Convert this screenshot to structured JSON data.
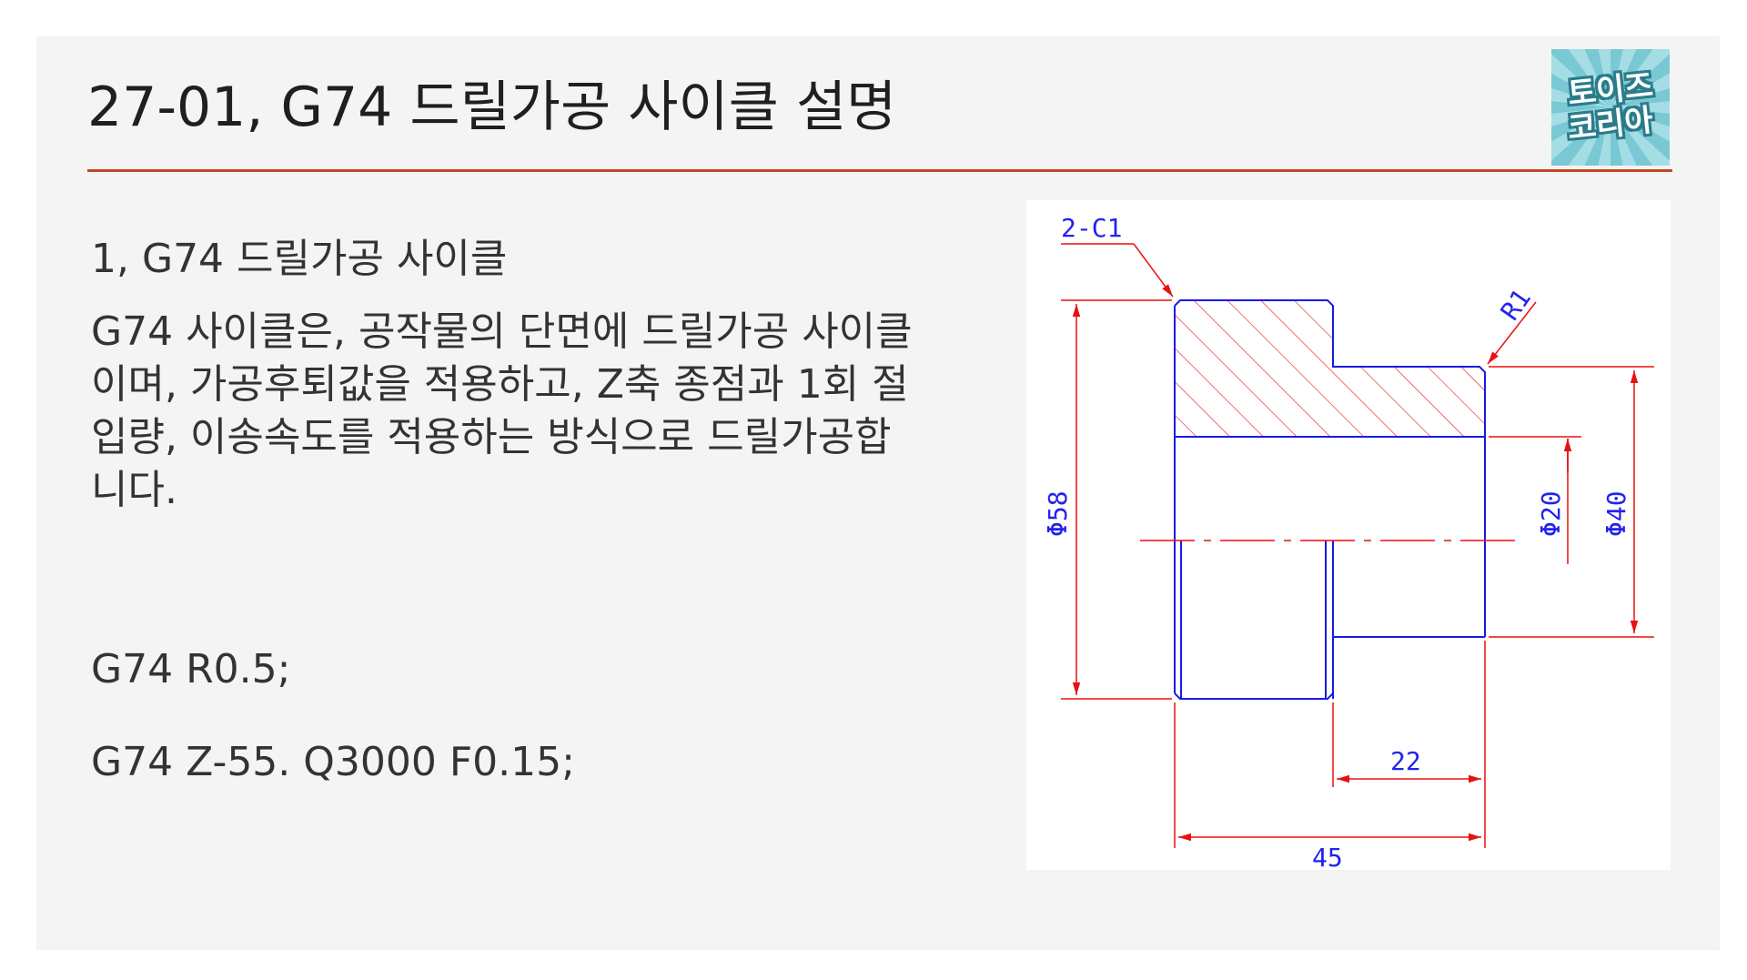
{
  "slide": {
    "title": "27-01, G74 드릴가공 사이클 설명",
    "logo_lines": [
      "토이즈",
      "코리아"
    ],
    "subtitle": "1, G74 드릴가공 사이클",
    "description": "G74 사이클은, 공작물의 단면에 드릴가공 사이클이며, 가공후퇴값을 적용하고, Z축 종점과 1회 절입량, 이송속도를 적용하는 방식으로 드릴가공합니다.",
    "code_lines": [
      "G74 R0.5;",
      "G74 Z-55. Q3000 F0.15;"
    ]
  },
  "drawing": {
    "labels": {
      "chamfer": "2-C1",
      "radius": "R1",
      "dia_outer": "Φ58",
      "dia_bore": "Φ20",
      "dia_step": "Φ40",
      "len_step": "22",
      "len_total": "45"
    },
    "colors": {
      "part_line": "#1a1ae6",
      "dimension_line": "#e81010",
      "dimension_text": "#2222ee",
      "title_rule": "#c64526"
    }
  }
}
